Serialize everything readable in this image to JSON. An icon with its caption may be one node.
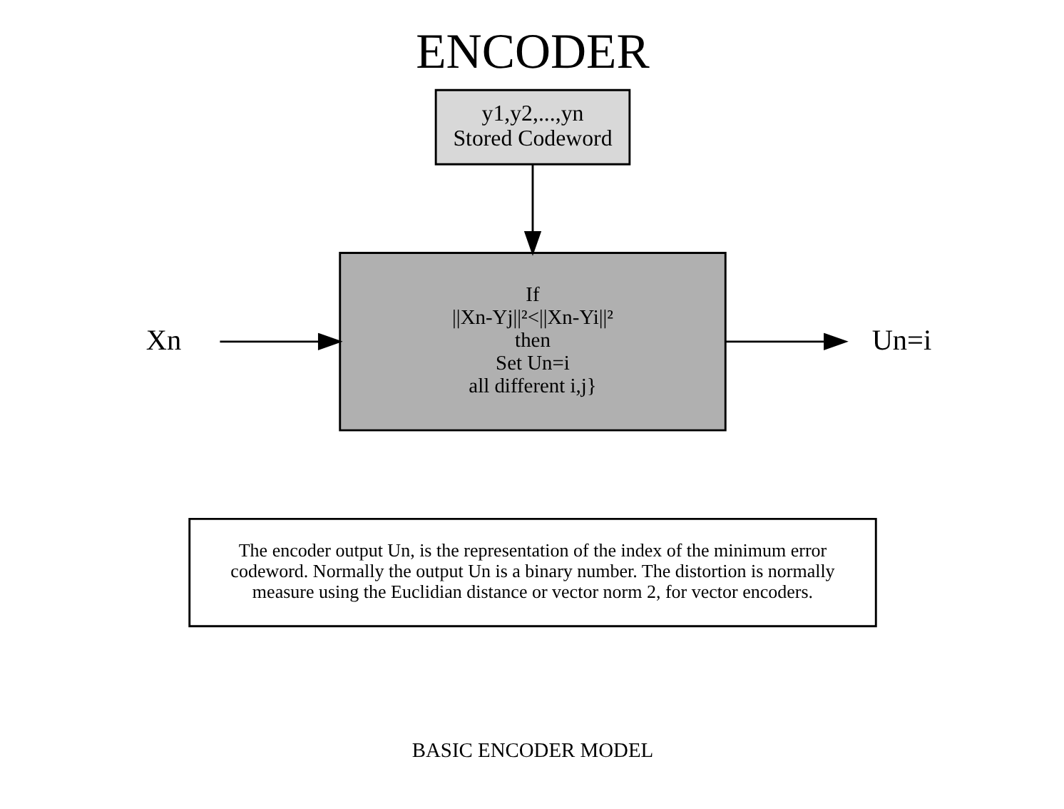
{
  "diagram": {
    "title": "ENCODER",
    "caption": "BASIC ENCODER MODEL",
    "nodes": [
      {
        "text": [
          "y1,y2,...,yn",
          "Stored Codeword"
        ]
      },
      {
        "text": [
          "If",
          "||Xn-Yj||²<||Xn-Yi||²",
          "then",
          "Set Un=i",
          "all different i,j}"
        ]
      },
      {
        "text": [
          "Xn"
        ]
      },
      {
        "text": [
          "Un=i"
        ]
      },
      {
        "text": [
          "The encoder output Un, is the representation of the index of the minimum error codeword. Normally the output Un is a binary number. The distortion is normally measure using the Euclidian distance or vector norm 2, for vector encoders."
        ]
      }
    ],
    "edges": [
      {
        "from": 0,
        "to": 1,
        "arrow": "to"
      },
      {
        "from": 2,
        "to": 1,
        "arrow": "to"
      },
      {
        "from": 1,
        "to": 3,
        "arrow": "to"
      }
    ]
  }
}
